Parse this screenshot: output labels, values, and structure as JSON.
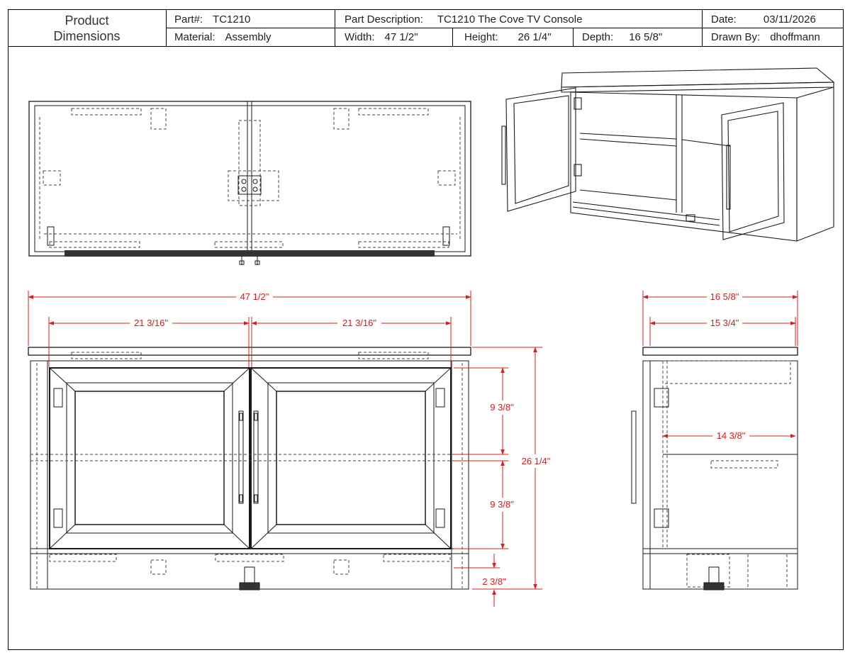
{
  "title_block": {
    "title_line1": "Product",
    "title_line2": "Dimensions",
    "part_label": "Part#:",
    "part_value": "TC1210",
    "material_label": "Material:",
    "material_value": "Assembly",
    "description_label": "Part Description:",
    "description_value": "TC1210 The Cove TV Console",
    "width_label": "Width:",
    "width_value": "47 1/2\"",
    "height_label": "Height:",
    "height_value": "26 1/4\"",
    "depth_label": "Depth:",
    "depth_value": "16 5/8\"",
    "date_label": "Date:",
    "date_value": "03/11/2026",
    "drawn_label": "Drawn By:",
    "drawn_value": "dhoffmann"
  },
  "dimensions": {
    "overall_width": "47 1/2\"",
    "left_door_width": "21 3/16\"",
    "right_door_width": "21 3/16\"",
    "overall_height": "26 1/4\"",
    "upper_opening": "9 3/8\"",
    "lower_opening": "9 3/8\"",
    "leg_clearance": "2 3/8\"",
    "overall_depth": "16 5/8\"",
    "inner_depth": "15 3/4\"",
    "shelf_depth": "14 3/8\""
  },
  "colors": {
    "line": "#1a1a1a",
    "dimension": "#d81f1f",
    "hidden": "#444444"
  }
}
